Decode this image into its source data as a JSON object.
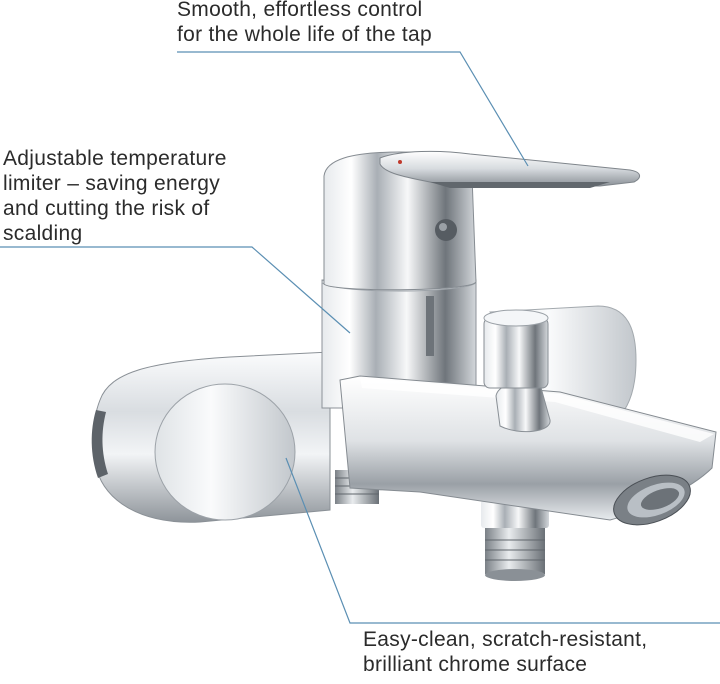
{
  "callouts": {
    "top": {
      "line1": "Smooth, effortless control",
      "line2": "for the whole life of the tap"
    },
    "left": {
      "line1": "Adjustable temperature",
      "line2": "limiter – saving energy",
      "line3": "and cutting the risk of",
      "line4": "scalding"
    },
    "bottom": {
      "line1": "Easy-clean, scratch-resistant,",
      "line2": "brilliant chrome surface"
    }
  },
  "colors": {
    "leader_line": "#5b8fb3",
    "text": "#2b2b2b",
    "chrome_light": "#f4f6f8",
    "chrome_mid": "#b9bfc5",
    "chrome_dark": "#4a4f55"
  }
}
